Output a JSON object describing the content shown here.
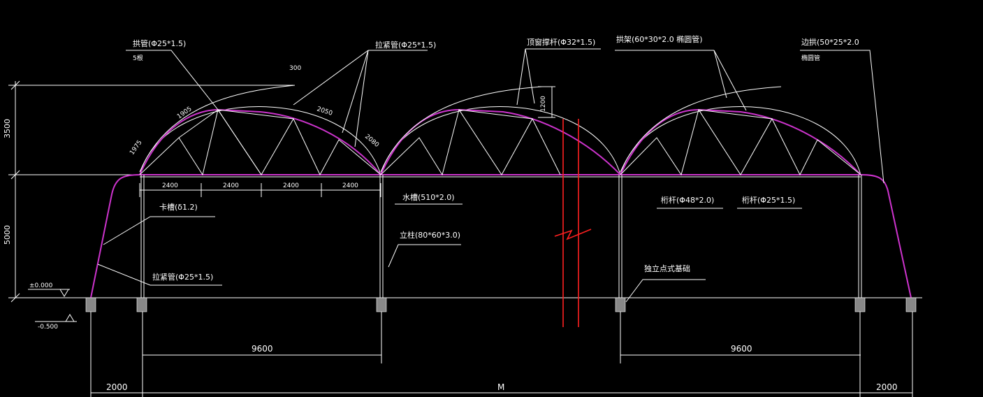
{
  "colors": {
    "background": "#000000",
    "lines": "#ffffff",
    "highlight_pipe": "#cc33cc",
    "break_mark": "#ff2020"
  },
  "labels": {
    "top_arch_pipe": "拱管(Φ25*1.5)",
    "top_arch_pipe_note": "5根",
    "tension_pipe": "拉紧管(Φ25*1.5)",
    "vent_strut": "顶窗撑杆(Φ32*1.5)",
    "skylight_frame": "拱架(60*30*2.0 椭圆管)",
    "side_frame": "边拱(50*25*2.0",
    "side_frame_note": "椭圆管",
    "gutter": "水槽(510*2.0)",
    "column": "立柱(80*60*3.0)",
    "truss_top": "桁杆(Φ48*2.0)",
    "truss_web": "桁杆(Φ25*1.5)",
    "bracing": "卡槽(δ1.2)",
    "side_pipe": "拉紧管(Φ25*1.5)",
    "foundation": "独立点式基础"
  },
  "dimensions": {
    "vent_open": "300",
    "arc_1": "1975",
    "arc_2": "1905",
    "arc_3": "2050",
    "arc_4": "2080",
    "vent_height": "1200",
    "height_roof": "3500",
    "height_wall": "5000",
    "elev_zero": "±0.000",
    "elev_base": "-0.500",
    "seg_1": "2400",
    "seg_2": "2400",
    "seg_3": "2400",
    "seg_4": "2400",
    "span_left": "9600",
    "span_right": "9600",
    "edge_left": "2000",
    "total": "M",
    "edge_right": "2000"
  }
}
